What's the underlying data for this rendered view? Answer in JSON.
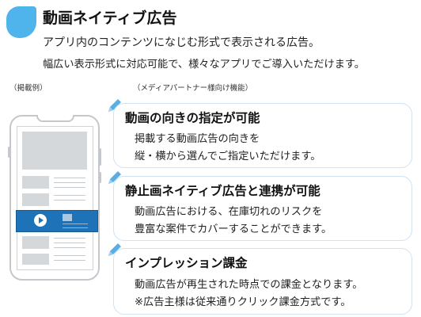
{
  "header": {
    "title": "動画ネイティブ広告",
    "description_line1": "アプリ内のコンテンツになじむ形式で表示される広告。",
    "description_line2": "幅広い表示形式に対応可能で、様々なアプリでご導入いただけます。"
  },
  "captions": {
    "example": "（掲載例）",
    "partner": "（メディアパートナー様向け機能）"
  },
  "features": [
    {
      "title": "動画の向きの指定が可能",
      "line1": "掲載する動画広告の向きを",
      "line2": "縦・横から選んでご指定いただけます。"
    },
    {
      "title": "静止画ネイティブ広告と連携が可能",
      "line1": "動画広告における、在庫切れのリスクを",
      "line2": "豊富な案件でカバーすることができます。"
    },
    {
      "title": "インプレッション課金",
      "line1": "動画広告が再生された時点での課金となります。",
      "line2": "※広告主様は従来通りクリック課金方式です。"
    }
  ],
  "colors": {
    "accent": "#4fb3ec",
    "ad_blue": "#1d72b8",
    "card_border": "#cfe3f3",
    "pencil": "#5aaee3"
  },
  "icons": {
    "header_accent": "accent-blob",
    "feature_marker": "pencil-icon",
    "ad_control": "play-icon"
  }
}
